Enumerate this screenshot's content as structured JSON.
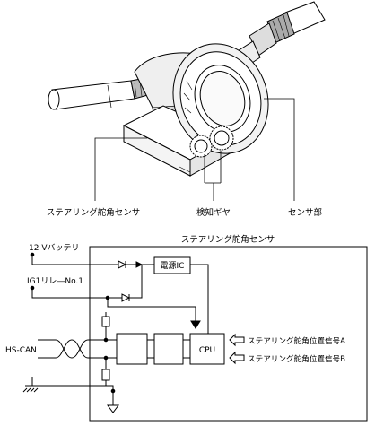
{
  "illustration": {
    "label_sensor": "ステアリング舵角センサ",
    "label_gear": "検知ギヤ",
    "label_sensor_part": "センサ部"
  },
  "circuit": {
    "title": "ステアリング舵角センサ",
    "input_battery": "12 Vバッテリ",
    "input_ig1": "IG1リレ―No.1",
    "input_can": "HS-CAN",
    "block_power_ic": "電源IC",
    "block_cpu": "CPU",
    "signal_a": "ステアリング舵角位置信号A",
    "signal_b": "ステアリング舵角位置信号B"
  }
}
